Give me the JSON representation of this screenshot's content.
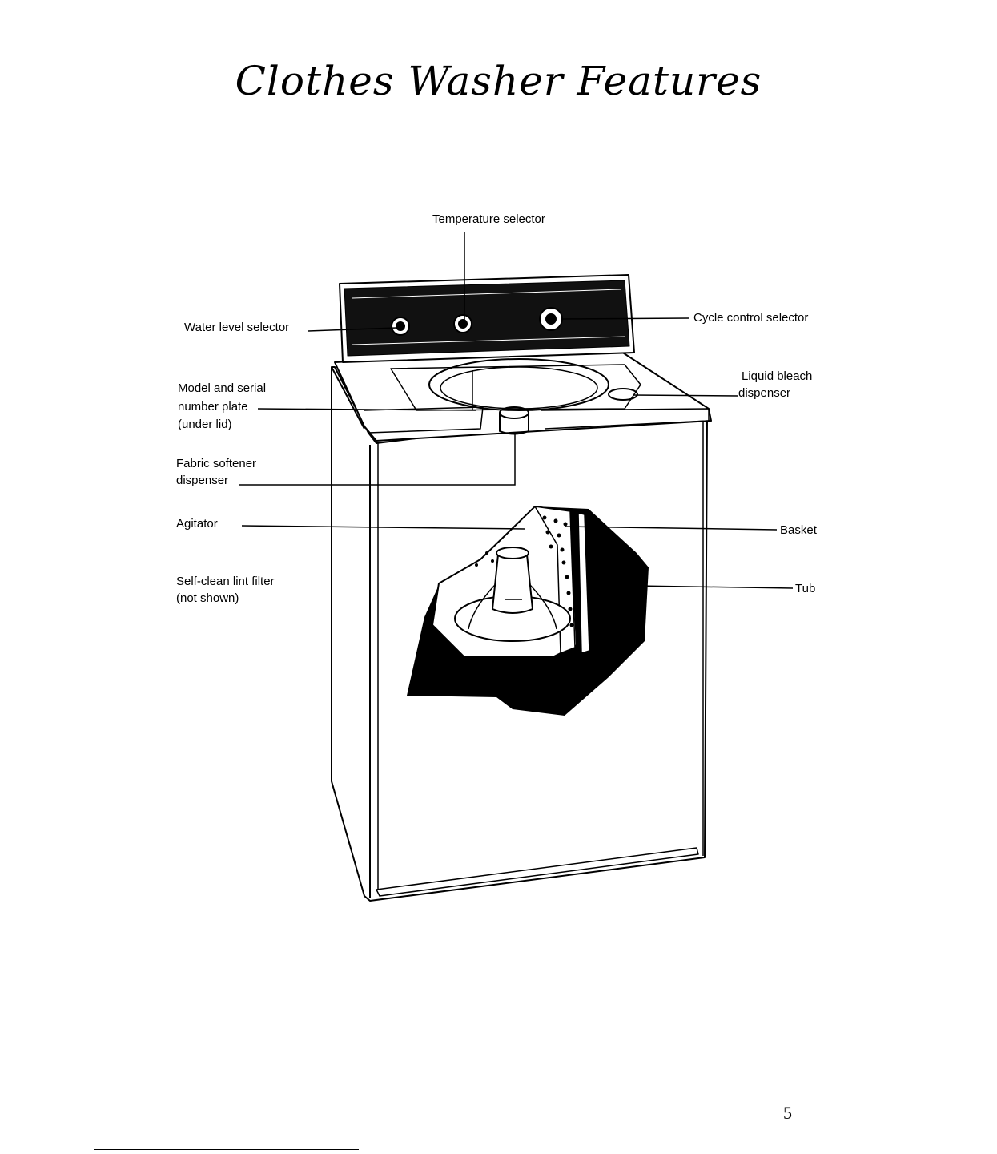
{
  "title": "Clothes Washer Features",
  "labels": {
    "temperature_selector": "Temperature selector",
    "water_level_selector": "Water level selector",
    "cycle_control_selector": "Cycle control selector",
    "model_serial_line1": "Model and serial",
    "model_serial_line2": "number plate",
    "model_serial_line3": "(under lid)",
    "liquid_bleach_line1": "Liquid bleach",
    "liquid_bleach_line2": "dispenser",
    "fabric_softener_line1": "Fabric softener",
    "fabric_softener_line2": "dispenser",
    "agitator": "Agitator",
    "basket": "Basket",
    "self_clean_line1": "Self-clean lint filter",
    "self_clean_line2": "(not shown)",
    "tub": "Tub"
  },
  "page_number": "5"
}
